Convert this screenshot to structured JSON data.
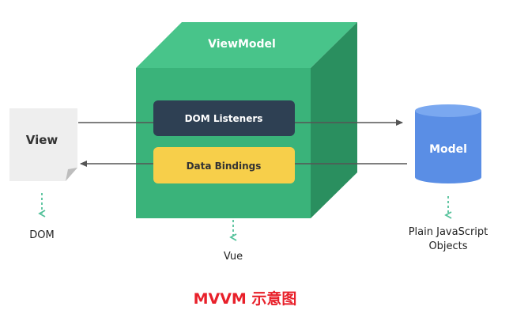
{
  "view": {
    "label": "View",
    "below_label": "DOM"
  },
  "viewmodel": {
    "title": "ViewModel",
    "listeners_label": "DOM Listeners",
    "bindings_label": "Data Bindings",
    "below_label": "Vue"
  },
  "model": {
    "label": "Model",
    "below_label_line1": "Plain JavaScript",
    "below_label_line2": "Objects"
  },
  "caption": "MVVM 示意图",
  "colors": {
    "cube_front": "#3ab37a",
    "cube_top": "#48c48a",
    "cube_side": "#2a8f5f",
    "listeners_box": "#2e4053",
    "bindings_box": "#f7cf4a",
    "model_cylinder": "#5a8ee5",
    "model_cylinder_top": "#7aa8f0",
    "dashed_arrow": "#53c19a",
    "arrow": "#555555",
    "caption": "#e8202a"
  }
}
